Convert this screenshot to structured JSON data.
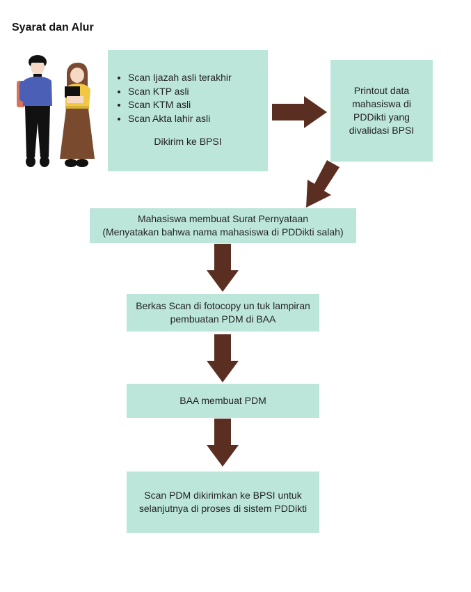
{
  "title": "Syarat dan Alur",
  "colors": {
    "box_fill": "#bde6da",
    "arrow_fill": "#5a2f22",
    "text": "#222222"
  },
  "illustration": {
    "description": "Two students: boy with blue sweater and backpack, girl with yellow top and brown skirt holding books"
  },
  "steps": {
    "requirements": {
      "items": [
        "Scan Ijazah asli terakhir",
        "Scan KTP asli",
        "Scan KTM asli",
        "Scan Akta lahir asli"
      ],
      "note": "Dikirim ke BPSI"
    },
    "printout": "Printout data\nmahasiswa di\nPDDikti yang\ndivalidasi BPSI",
    "statement": "Mahasiswa membuat Surat Pernyataan\n(Menyatakan bahwa nama mahasiswa di PDDikti salah)",
    "copy": "Berkas Scan di fotocopy un tuk lampiran\npembuatan PDM di BAA",
    "baa": "BAA membuat PDM",
    "send": "Scan PDM dikirimkan ke BPSI untuk\nselanjutnya di proses di sistem PDDikti"
  },
  "arrows": [
    {
      "from": "requirements",
      "to": "printout",
      "direction": "right"
    },
    {
      "from": "printout",
      "to": "statement",
      "direction": "down-left"
    },
    {
      "from": "statement",
      "to": "copy",
      "direction": "down"
    },
    {
      "from": "copy",
      "to": "baa",
      "direction": "down"
    },
    {
      "from": "baa",
      "to": "send",
      "direction": "down"
    }
  ]
}
